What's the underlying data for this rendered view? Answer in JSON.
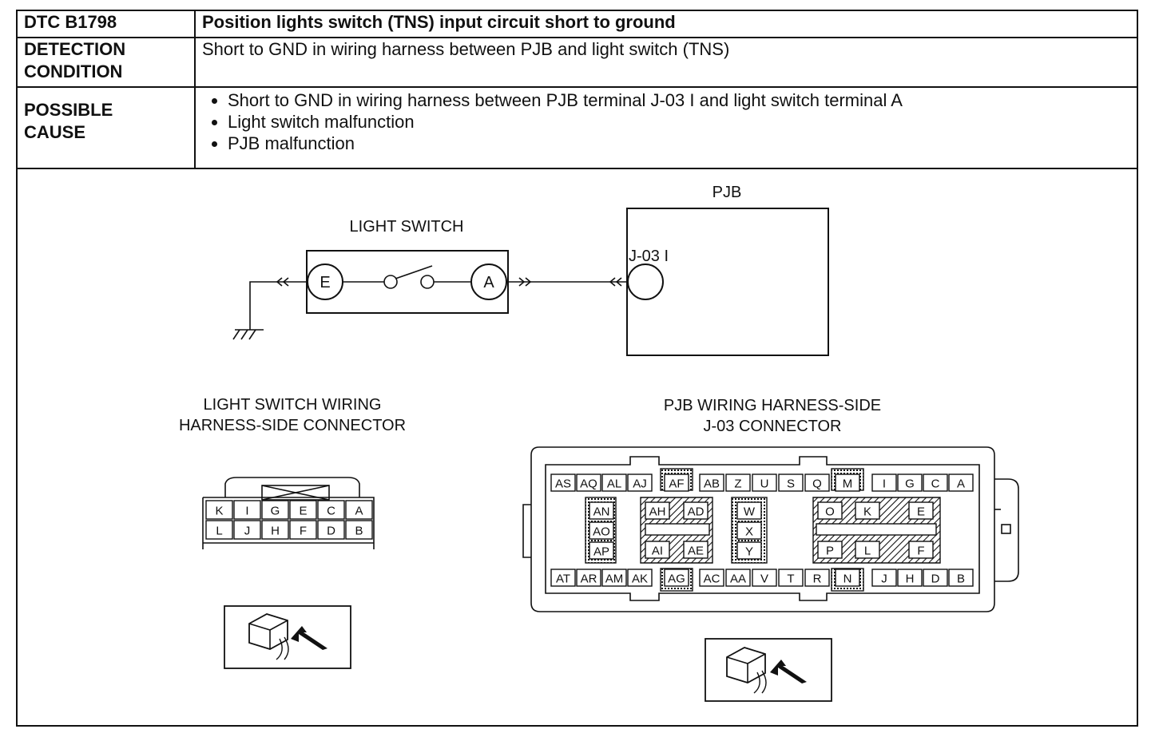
{
  "table": {
    "row1": {
      "label": "DTC B1798",
      "value": "Position lights switch (TNS) input circuit short to ground"
    },
    "row2": {
      "label_line1": "DETECTION",
      "label_line2": "CONDITION",
      "value": "Short to GND in wiring harness between PJB and light switch (TNS)"
    },
    "row3": {
      "label_line1": "POSSIBLE",
      "label_line2": "CAUSE",
      "causes": [
        "Short to GND in wiring harness between PJB terminal J-03 I and light switch terminal A",
        "Light switch malfunction",
        "PJB malfunction"
      ]
    }
  },
  "schematic": {
    "pjb_title": "PJB",
    "light_switch_title": "LIGHT SWITCH",
    "terminal_e": "E",
    "terminal_a": "A",
    "pjb_terminal": "J-03 I"
  },
  "light_switch_connector": {
    "title_line1": "LIGHT SWITCH WIRING",
    "title_line2": "HARNESS-SIDE CONNECTOR",
    "row_top": [
      "K",
      "I",
      "G",
      "E",
      "C",
      "A"
    ],
    "row_bottom": [
      "L",
      "J",
      "H",
      "F",
      "D",
      "B"
    ]
  },
  "pjb_connector": {
    "title_line1": "PJB WIRING HARNESS-SIDE",
    "title_line2": "J-03 CONNECTOR",
    "row_top_left": [
      "AS",
      "AQ",
      "AL",
      "AJ"
    ],
    "row_top_af": "AF",
    "row_top_mid": [
      "AB",
      "Z",
      "U",
      "S",
      "Q"
    ],
    "row_top_m": "M",
    "row_top_right": [
      "I",
      "G",
      "C",
      "A"
    ],
    "col_an": [
      "AN",
      "AO",
      "AP"
    ],
    "ah": "AH",
    "ad": "AD",
    "ai": "AI",
    "ae": "AE",
    "col_w": [
      "W",
      "X",
      "Y"
    ],
    "o": "O",
    "k": "K",
    "e": "E",
    "p": "P",
    "l": "L",
    "f": "F",
    "row_bot_left": [
      "AT",
      "AR",
      "AM",
      "AK"
    ],
    "row_bot_ag": "AG",
    "row_bot_mid": [
      "AC",
      "AA",
      "V",
      "T",
      "R"
    ],
    "row_bot_n": "N",
    "row_bot_right": [
      "J",
      "H",
      "D",
      "B"
    ]
  },
  "colors": {
    "ink": "#111111",
    "paper": "#ffffff"
  }
}
